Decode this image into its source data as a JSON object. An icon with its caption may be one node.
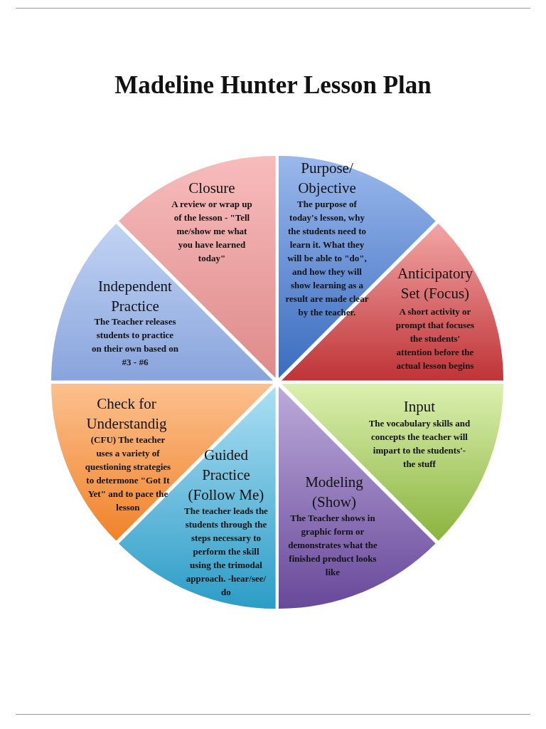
{
  "diagram": {
    "title": "Madeline Hunter Lesson Plan",
    "nodes": [
      {
        "text": [
          "Purpose/ Objective",
          "The purpose of today's lesson, why the students need to learn it. What they will be able to \"do\", and how they will show learning as a result are made clear by the teacher."
        ]
      },
      {
        "text": [
          "Anticipatory Set (Focus)",
          "A short activity or prompt that focuses the students' attention before the actual lesson begins"
        ]
      },
      {
        "text": [
          "Input",
          "The vocabulary skills and concepts the teacher will impart to the students'- the stuff"
        ]
      },
      {
        "text": [
          "Modeling (Show)",
          "The Teacher shows in graphic form or demonstrates what the finished product looks like"
        ]
      },
      {
        "text": [
          "Guided Practice (Follow Me)",
          "The teacher leads the students through the steps necessary to perform the skill using the trimodal approach. -hear/see/ do"
        ]
      },
      {
        "text": [
          "Check for Understandig",
          "(CFU) The teacher uses a variety of questioning strategies to determone \"Got It Yet\" and to pace the lesson"
        ]
      },
      {
        "text": [
          "Independent Practice",
          "The Teacher releases students to practice on their own based on #3 - #6"
        ]
      },
      {
        "text": [
          "Closure",
          "A review or wrap up of the lesson -  \"Tell me/show me what you have learned today\""
        ]
      }
    ]
  }
}
